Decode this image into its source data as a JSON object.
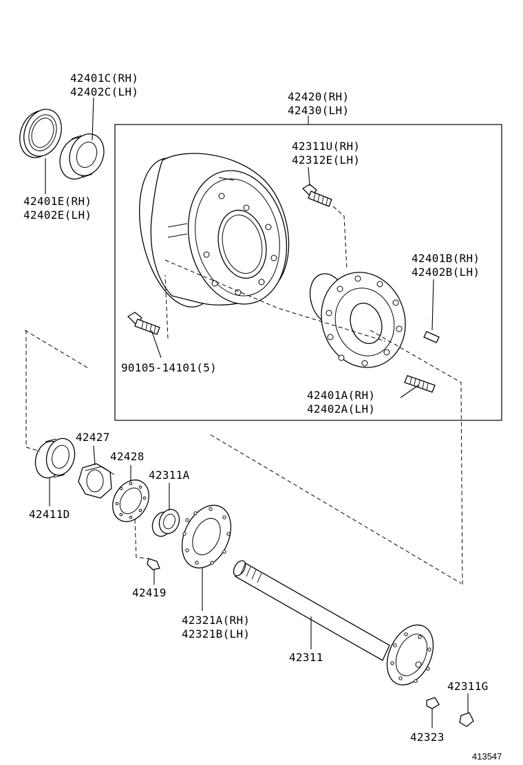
{
  "diagram": {
    "labels": {
      "p42401C": [
        "42401C(RH)",
        "42402C(LH)"
      ],
      "p42401E": [
        "42401E(RH)",
        "42402E(LH)"
      ],
      "p42420": [
        "42420(RH)",
        "42430(LH)"
      ],
      "p42311U": [
        "42311U(RH)",
        "42312E(LH)"
      ],
      "p42401B": [
        "42401B(RH)",
        "42402B(LH)"
      ],
      "p90105": [
        "90105-14101(5)"
      ],
      "p42401A": [
        "42401A(RH)",
        "42402A(LH)"
      ],
      "p42427": [
        "42427"
      ],
      "p42428": [
        "42428"
      ],
      "p42311A": [
        "42311A"
      ],
      "p42411D": [
        "42411D"
      ],
      "p42419": [
        "42419"
      ],
      "p42321A": [
        "42321A(RH)",
        "42321B(LH)"
      ],
      "p42311": [
        "42311"
      ],
      "p42311G": [
        "42311G"
      ],
      "p42323": [
        "42323"
      ]
    },
    "reference_number": "413547"
  }
}
